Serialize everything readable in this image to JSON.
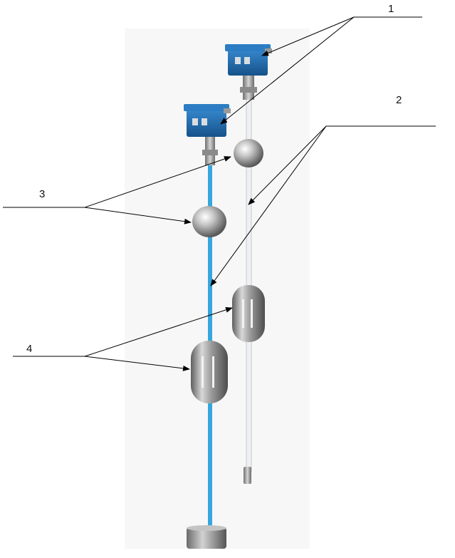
{
  "callouts": {
    "c1": "1",
    "c2": "2",
    "c3": "3",
    "c4": "4"
  },
  "colors": {
    "housing_blue": "#1f6fb3",
    "cable_blue": "#35a7de",
    "cable_white": "#eef0f2",
    "steel": "#b9b9b9"
  }
}
